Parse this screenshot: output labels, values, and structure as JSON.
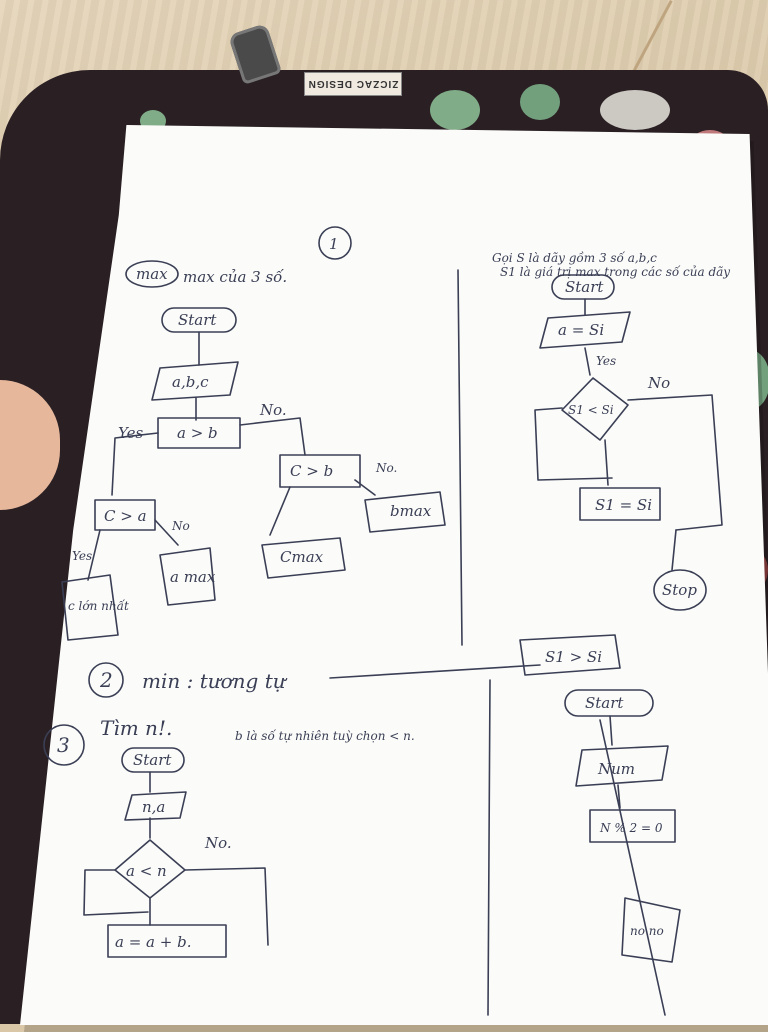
{
  "brand_tag": "ZICZAC DESIGN",
  "page_number_1": "1",
  "left_problem_title": "max của 3 số.",
  "left_problem_label": "max",
  "right_header_line1": "Gọi S là dãy gồm 3 số a,b,c",
  "right_header_line2": "S1 là giá trị max trong các số của dãy",
  "flow_left": {
    "start": "Start",
    "input": "a,b,c",
    "cond1": "a > b",
    "yes": "Yes",
    "no": "No.",
    "cond2": "C > a",
    "cond3": "C > b",
    "out_c": "c lớn nhất",
    "out_a": "a max",
    "out_cmax": "Cmax",
    "out_bmax": "bmax",
    "yes2": "Yes",
    "no2": "No",
    "no3": "No."
  },
  "flow_right": {
    "start": "Start",
    "assign": "a = Si",
    "yes": "Yes",
    "no": "No",
    "cond": "S1 < Si",
    "assign2": "S1 = Si",
    "stop": "Stop",
    "cond2": "S1 > Si",
    "start2": "Start",
    "input2": "Num",
    "cond3": "N % 2 = 0",
    "out": "no no"
  },
  "item2_number": "2",
  "item2_text": "min : tương tự",
  "item3_number": "3",
  "item3_text": "Tìm n!.",
  "item3_note": "b là số tự nhiên tuỳ chọn < n.",
  "flow_bottom": {
    "start": "Start",
    "input": "n,a",
    "cond": "a < n",
    "no": "No.",
    "assign": "a = a + b."
  }
}
